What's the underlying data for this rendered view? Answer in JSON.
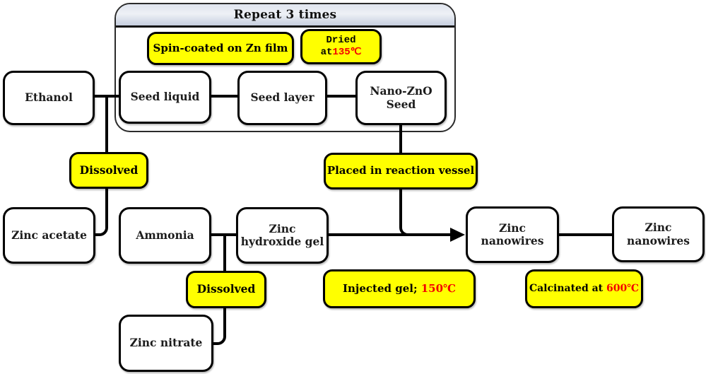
{
  "repeat_group": {
    "label": "Repeat 3 times"
  },
  "boxes": {
    "spin_coated": {
      "label": "Spin-coated on Zn film"
    },
    "dried": {
      "line1": "Dried",
      "line2_black": "at",
      "line2_red": "135℃"
    },
    "ethanol": {
      "label": "Ethanol"
    },
    "seed_liquid": {
      "label": "Seed liquid"
    },
    "seed_layer": {
      "label": "Seed layer"
    },
    "nano_zno_seed": {
      "line1": "Nano-ZnO",
      "line2": "Seed"
    },
    "dissolved_1": {
      "label": "Dissolved"
    },
    "placed_in_vessel": {
      "label": "Placed in reaction vessel"
    },
    "zinc_acetate": {
      "label": "Zinc acetate"
    },
    "ammonia": {
      "label": "Ammonia"
    },
    "zinc_hydroxide_gel": {
      "line1": "Zinc",
      "line2": "hydroxide gel"
    },
    "zinc_nanowires_1": {
      "line1": "Zinc",
      "line2": "nanowires"
    },
    "zinc_nanowires_2": {
      "line1": "Zinc",
      "line2": "nanowires"
    },
    "dissolved_2": {
      "label": "Dissolved"
    },
    "injected_gel": {
      "black": "Injected gel; ",
      "red": "150℃"
    },
    "calcinated": {
      "black": "Calcinated at ",
      "red": "600℃"
    },
    "zinc_nitrate": {
      "label": "Zinc nitrate"
    }
  },
  "colors": {
    "highlight_yellow": "#ffff00",
    "temperature_red": "#f40000",
    "header_top": "#dfe4ee",
    "header_mid": "#eef1f6",
    "header_bottom": "#c6cfdf",
    "line_black": "#000000"
  }
}
